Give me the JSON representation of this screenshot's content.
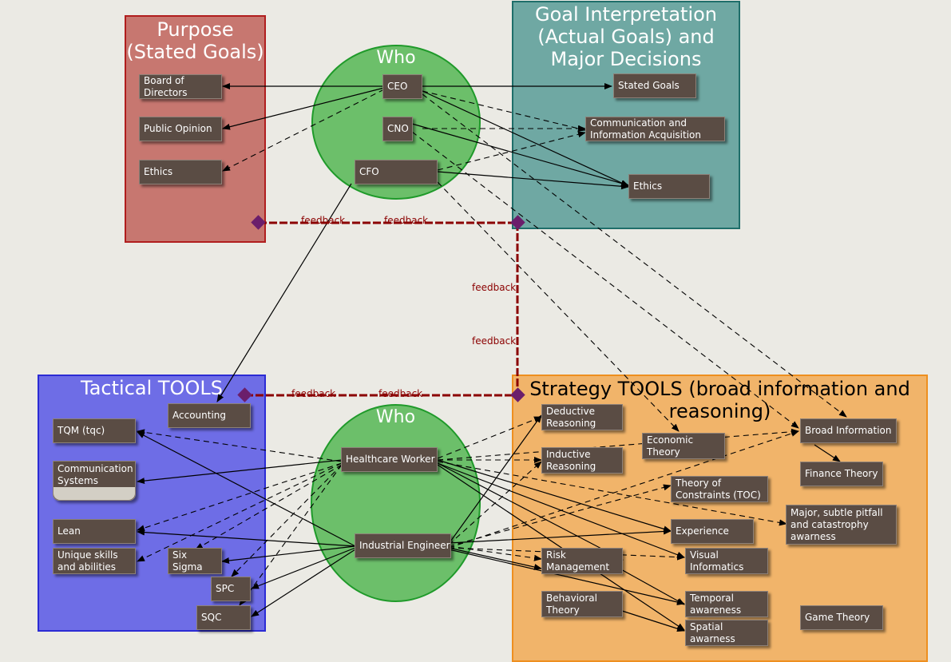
{
  "regions": {
    "purpose": "Purpose\n(Stated Goals)",
    "goal": "Goal Interpretation\n(Actual Goals) and\nMajor Decisions",
    "tactical": "Tactical TOOLS",
    "strategy": "Strategy TOOLS (broad information and\nreasoning)"
  },
  "circles": {
    "top": "Who",
    "bottom": "Who"
  },
  "nodes": {
    "board": "Board of\nDirectors",
    "public_opinion": "Public Opinion",
    "ethics_left": "Ethics",
    "ceo": "CEO",
    "cno": "CNO",
    "cfo": "CFO",
    "stated_goals": "Stated Goals",
    "comm_info": "Communication and\nInformation Acquisition",
    "ethics_right": "Ethics",
    "accounting": "Accounting",
    "tqm": "TQM (tqc)",
    "comm_systems": "Communication\nSystems",
    "lean": "Lean",
    "unique_skills": "Unique skills\nand abilities",
    "six_sigma": "Six\nSigma",
    "spc": "SPC",
    "sqc": "SQC",
    "healthcare_worker": "Healthcare Worker",
    "industrial_engineer": "Industrial Engineer",
    "deductive": "Deductive\nReasoning",
    "inductive": "Inductive\nReasoning",
    "economic": "Economic\nTheory",
    "toc": "Theory of\nConstraints (TOC)",
    "experience": "Experience",
    "risk": "Risk\nManagement",
    "visual": "Visual\nInformatics",
    "behavioral": "Behavioral\nTheory",
    "temporal": "Temporal\nawareness",
    "spatial": "Spatial\nawarness",
    "broad_info": "Broad Information",
    "finance": "Finance Theory",
    "pitfall": "Major, subtle pitfall\nand catastrophy\nawarness",
    "game": "Game Theory"
  },
  "feedback": {
    "h1a": "feedback",
    "h1b": "feedback",
    "v1": "feedback",
    "v2": "feedback",
    "h2a": "feedback",
    "h2b": "feedback"
  },
  "colors": {
    "purpose_fill": "#c77770",
    "purpose_border": "#b01e1e",
    "goal_fill": "#6fa8a3",
    "goal_border": "#1f6e6a",
    "tactical_fill": "#6e6de6",
    "tactical_border": "#2b2bd4",
    "strategy_fill": "#f1b46a",
    "strategy_border": "#ee8f1f",
    "feedback": "#8b0000"
  }
}
